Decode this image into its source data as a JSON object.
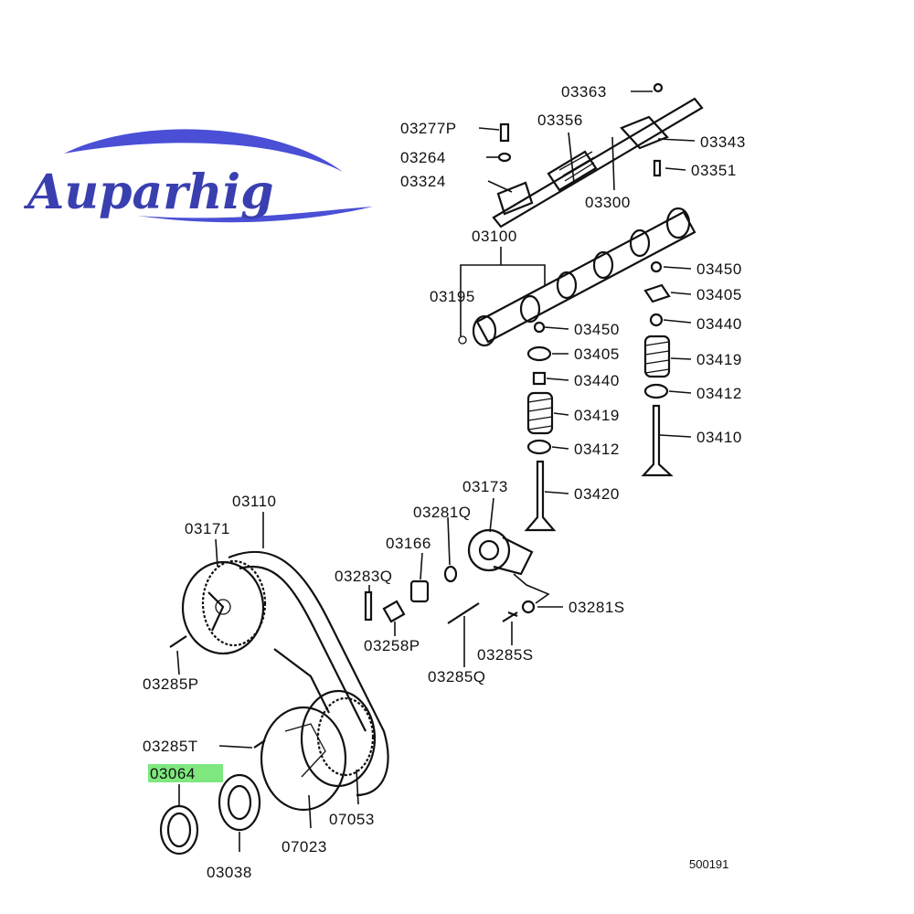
{
  "logo": {
    "text": "Auparhig",
    "color": "#3a3fb0",
    "swoosh_color": "#4a4fd6"
  },
  "highlight_color": "#7ee87e",
  "labels": {
    "p03363": "03363",
    "p03277P": "03277P",
    "p03356": "03356",
    "p03343": "03343",
    "p03264": "03264",
    "p03351": "03351",
    "p03324": "03324",
    "p03300": "03300",
    "p03100": "03100",
    "p03195": "03195",
    "p03450a": "03450",
    "p03405a": "03405",
    "p03440a": "03440",
    "p03419a": "03419",
    "p03412a": "03412",
    "p03410": "03410",
    "p03450b": "03450",
    "p03405b": "03405",
    "p03440b": "03440",
    "p03419b": "03419",
    "p03412b": "03412",
    "p03173": "03173",
    "p03420": "03420",
    "p03110": "03110",
    "p03171": "03171",
    "p03281Q": "03281Q",
    "p03166": "03166",
    "p03283Q": "03283Q",
    "p03281S": "03281S",
    "p03258P": "03258P",
    "p03285S": "03285S",
    "p03285Q": "03285Q",
    "p03285P": "03285P",
    "p03285T": "03285T",
    "p03064": "03064",
    "p07053": "07053",
    "p07023": "07023",
    "p03038": "03038"
  },
  "diagram_code": "500191"
}
